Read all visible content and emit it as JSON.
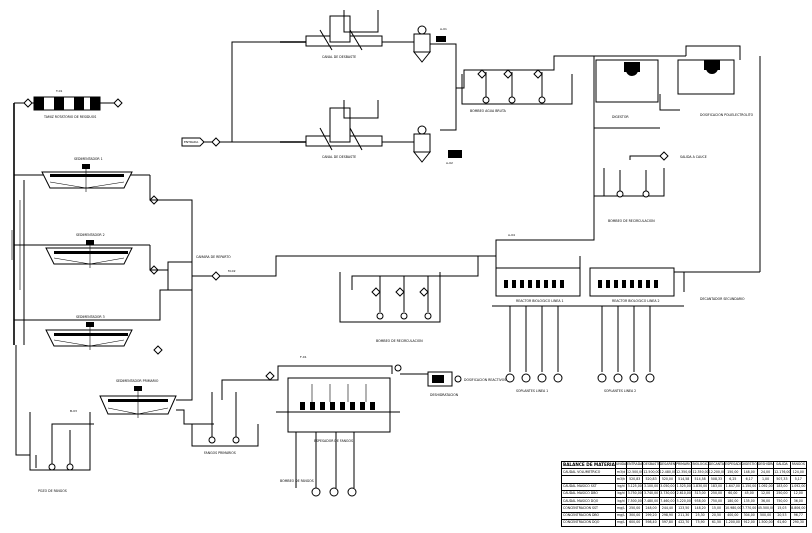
{
  "labels": {
    "entrada": "ENTRADA",
    "tamiz": "TAMIZ ROTATORIO DE RESIDUOS",
    "sed1": "SEDIMENTADOR 1",
    "sed2": "SEDIMENTADOR 2",
    "sed3": "SEDIMENTADOR 3",
    "sed4": "SEDIMENTADOR PRIMARIO",
    "camara_rep": "CAMARA DE REPARTO",
    "fango1": "POZO DE FANGOS",
    "fango2": "FANGOS PRIMARIOS",
    "canal1": "CANAL DE DESBASTE",
    "canal2": "CANAL DE DESBASTE",
    "bomb_agua": "BOMBEO AGUA BRUTA",
    "bomb_recirc": "BOMBEO DE RECIRCULACION",
    "biol1": "REACTOR BIOLOGICO LINEA 1",
    "biol2": "REACTOR BIOLOGICO LINEA 2",
    "soplantes1": "SOPLANTES LINEA 1",
    "soplantes2": "SOPLANTES LINEA 2",
    "decant": "DECANTADOR SECUNDARIO",
    "espesador": "ESPESADOR DE FANGOS",
    "deshidrat": "DESHIDRATACION",
    "dosif1": "DOSIFICACION REACTIVOS",
    "dosif2": "DOSIFICACION POLIELECTROLITO",
    "bomb_fango": "BOMBEO DE FANGOS",
    "digest": "DIGESTOR",
    "salida": "SALIDA A CAUCE"
  },
  "table": {
    "title": "BALANCE DE MATERIA",
    "unit_header": "UNIDAD",
    "columns": [
      "ENTRADA",
      "DESBASTE",
      "DESARENADO",
      "PRIMARIO",
      "BIOLOGICO",
      "DECANTACION",
      "ESPESADO",
      "DIGESTION",
      "DESHIDRATACION",
      "SALIDA",
      "FANGOS"
    ],
    "rows": [
      {
        "name": "CAUDAL VOLUMETRICO",
        "unit": "m3/d",
        "values": [
          "12.500,00",
          "12.500,00",
          "12.480,00",
          "12.350,00",
          "12.350,00",
          "12.200,00",
          "150,00",
          "148,00",
          "24,00",
          "12.176,00",
          "124,00"
        ]
      },
      {
        "name": "",
        "unit": "m3/h",
        "values": [
          "520,83",
          "520,83",
          "520,00",
          "514,58",
          "514,58",
          "508,33",
          "6,25",
          "6,17",
          "1,00",
          "507,33",
          "5,17"
        ]
      },
      {
        "name": "CAUDAL MASICO SST",
        "unit": "kg/d",
        "values": [
          "3.125,00",
          "3.100,00",
          "3.050,00",
          "1.525,00",
          "1.830,00",
          "183,00",
          "1.647,00",
          "1.150,00",
          "1.092,00",
          "183,00",
          "1.092,00"
        ]
      },
      {
        "name": "CAUDAL MASICO DBO",
        "unit": "kg/d",
        "values": [
          "3.750,00",
          "3.740,00",
          "3.730,00",
          "2.610,00",
          "313,00",
          "250,00",
          "60,00",
          "45,00",
          "12,00",
          "250,00",
          "12,00"
        ]
      },
      {
        "name": "CAUDAL MASICO DQO",
        "unit": "kg/d",
        "values": [
          "7.500,00",
          "7.480,00",
          "7.460,00",
          "5.220,00",
          "938,00",
          "750,00",
          "180,00",
          "135,00",
          "36,00",
          "750,00",
          "36,00"
        ]
      },
      {
        "name": "CONCENTRACION SST",
        "unit": "mg/L",
        "values": [
          "250,00",
          "248,00",
          "244,40",
          "123,50",
          "148,20",
          "15,00",
          "10.980,00",
          "7.770,00",
          "45.500,00",
          "15,03",
          "8.806,00"
        ]
      },
      {
        "name": "CONCENTRACION DBO",
        "unit": "mg/L",
        "values": [
          "300,00",
          "299,20",
          "298,90",
          "211,30",
          "25,30",
          "20,50",
          "400,00",
          "304,00",
          "500,00",
          "20,53",
          "96,77"
        ]
      },
      {
        "name": "CONCENTRACION DQO",
        "unit": "mg/L",
        "values": [
          "600,00",
          "598,40",
          "597,80",
          "422,70",
          "75,90",
          "61,50",
          "1.200,00",
          "912,00",
          "1.500,00",
          "61,60",
          "290,30"
        ]
      }
    ]
  }
}
